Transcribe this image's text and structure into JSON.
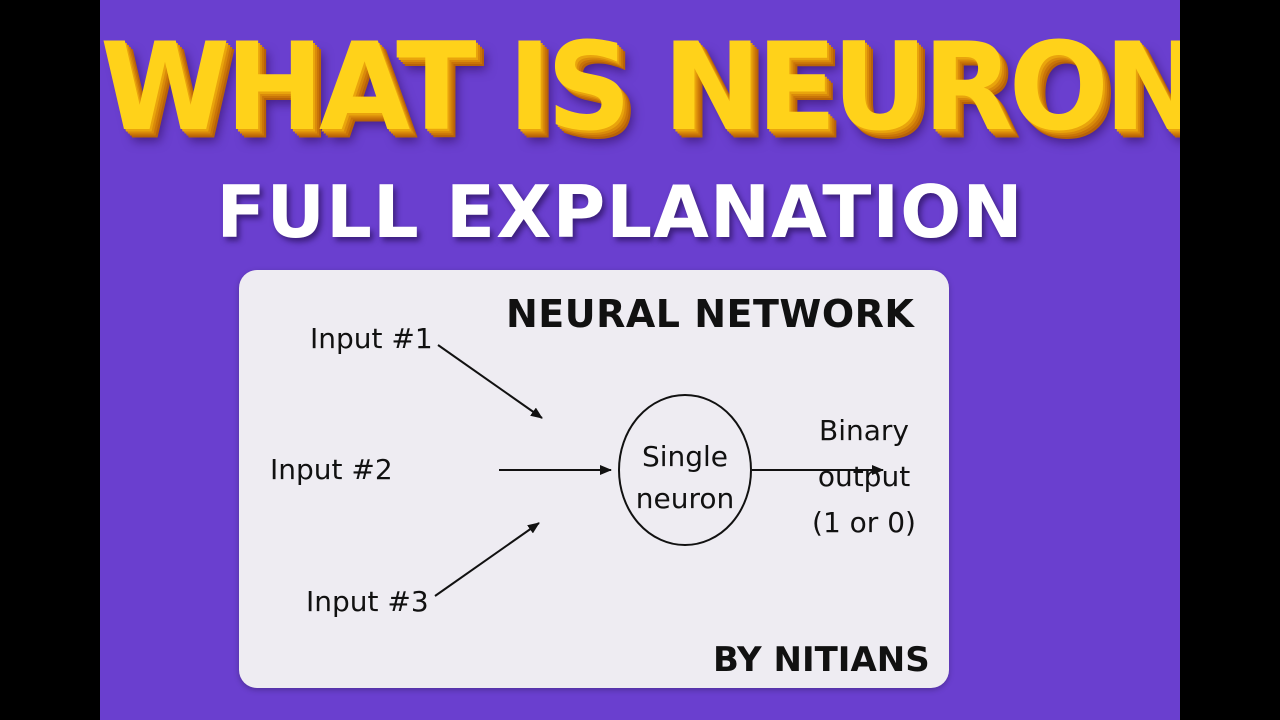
{
  "headline": "WHAT IS NEURON?",
  "subheadline": "FULL EXPLANATION",
  "diagram": {
    "title": "NEURAL NETWORK",
    "inputs": [
      "Input #1",
      "Input #2",
      "Input #3"
    ],
    "neuron": {
      "line1": "Single",
      "line2": "neuron"
    },
    "output": {
      "line1": "Binary",
      "line2": "output",
      "line3": "(1 or 0)"
    },
    "credit": "BY NITIANS"
  },
  "colors": {
    "background": "#6a3fcf",
    "headline": "#ffd21a",
    "headline_shadow": "#c97408",
    "subheadline": "#ffffff",
    "card": "#eeecf2",
    "ink": "#111111"
  }
}
